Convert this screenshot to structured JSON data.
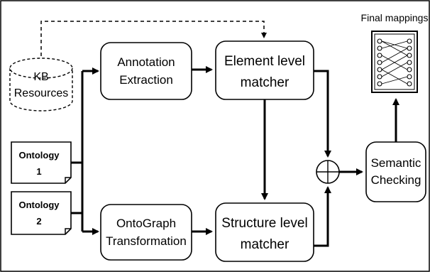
{
  "diagram": {
    "nodes": {
      "kb_line1": "KB",
      "kb_line2": "Resources",
      "ontology1_line1": "Ontology",
      "ontology1_line2": "1",
      "ontology2_line1": "Ontology",
      "ontology2_line2": "2",
      "annotation_line1": "Annotation",
      "annotation_line2": "Extraction",
      "element_line1": "Element level",
      "element_line2": "matcher",
      "ontograph_line1": "OntoGraph",
      "ontograph_line2": "Transformation",
      "structure_line1": "Structure level",
      "structure_line2": "matcher",
      "semantic_line1": "Semantic",
      "semantic_line2": "Checking",
      "final_mappings": "Final mappings"
    },
    "colors": {
      "stroke": "#000000",
      "background": "#ffffff"
    }
  }
}
